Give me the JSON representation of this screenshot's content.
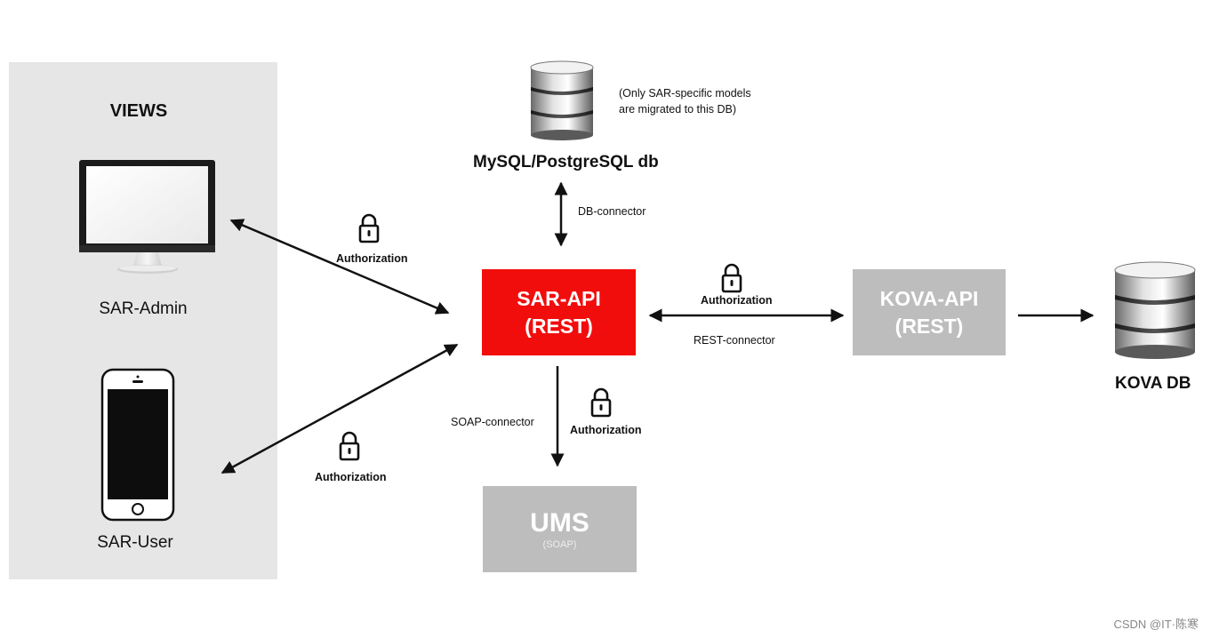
{
  "views": {
    "title": "VIEWS",
    "admin_label": "SAR-Admin",
    "user_label": "SAR-User"
  },
  "database": {
    "label": "MySQL/PostgreSQL db",
    "note_line1": "(Only SAR-specific models",
    "note_line2": "are migrated to this DB)",
    "connector": "DB-connector"
  },
  "sar_api": {
    "line1": "SAR-API",
    "line2": "(REST)",
    "color": "#f20d0d"
  },
  "kova_api": {
    "line1": "KOVA-API",
    "line2": "(REST)",
    "color": "#bdbdbd"
  },
  "ums": {
    "line1": "UMS",
    "line2": "(SOAP)",
    "color": "#bdbdbd"
  },
  "kova_db": {
    "label": "KOVA DB"
  },
  "connections": {
    "auth_label": "Authorization",
    "rest_connector": "REST-connector",
    "soap_connector": "SOAP-connector"
  },
  "icons": {
    "lock": "lock-icon",
    "monitor": "monitor-icon",
    "phone": "smartphone-icon",
    "database": "database-icon"
  },
  "watermark": "CSDN @IT·陈寒"
}
